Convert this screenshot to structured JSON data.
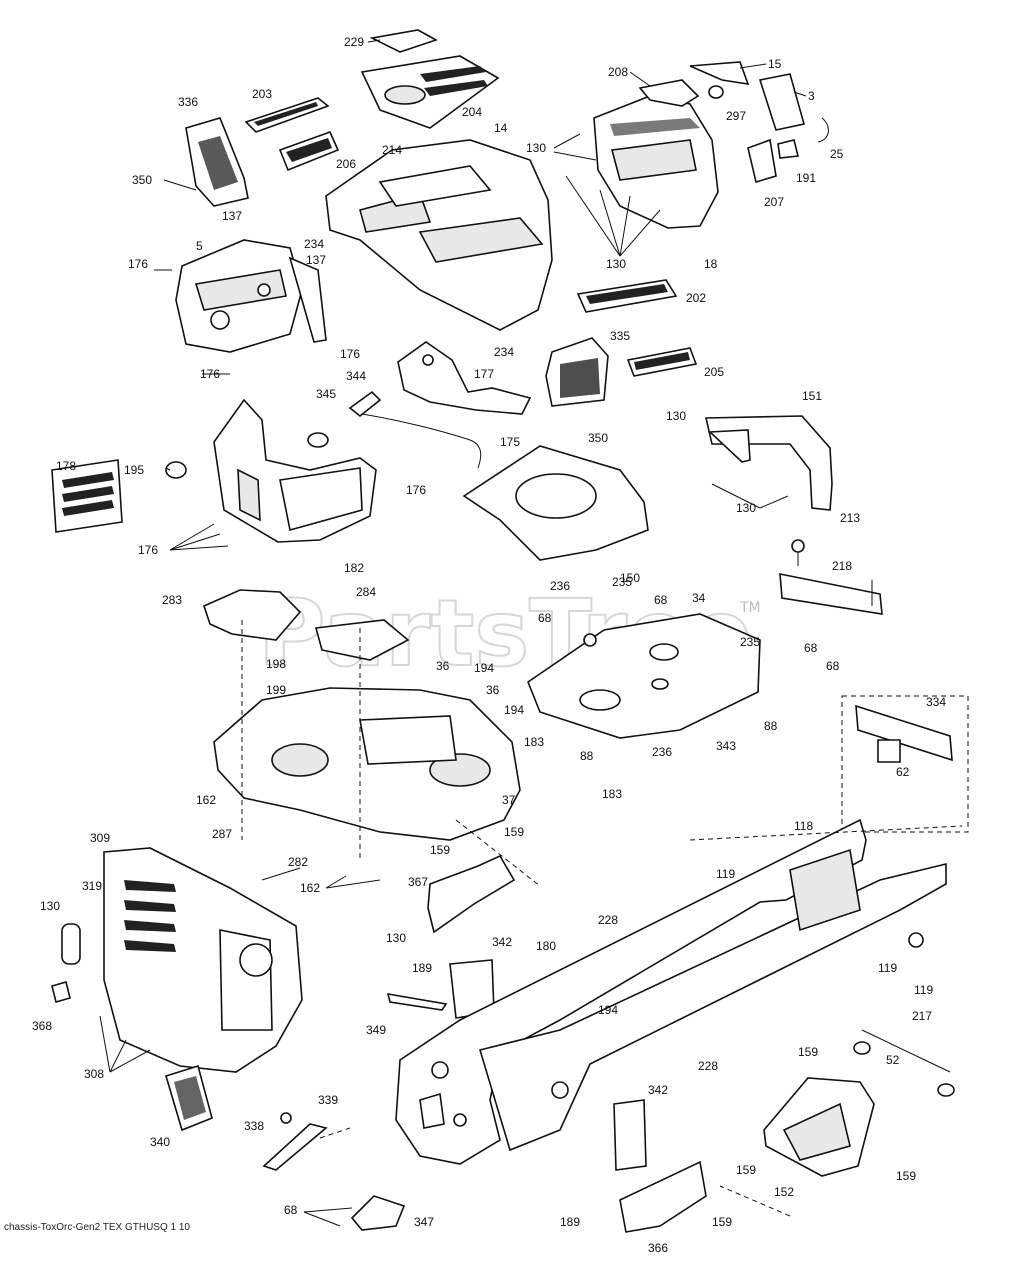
{
  "watermark": "PartsTree",
  "watermark_tm": "TM",
  "footer_code": "chassis-ToxOrc-Gen2 TEX GTHUSQ 1 10",
  "callouts": [
    {
      "id": "c229",
      "text": "229"
    },
    {
      "id": "c204",
      "text": "204"
    },
    {
      "id": "c208",
      "text": "208"
    },
    {
      "id": "c15",
      "text": "15"
    },
    {
      "id": "c3",
      "text": "3"
    },
    {
      "id": "c336",
      "text": "336"
    },
    {
      "id": "c203",
      "text": "203"
    },
    {
      "id": "c214",
      "text": "214"
    },
    {
      "id": "c14",
      "text": "14"
    },
    {
      "id": "c130a",
      "text": "130"
    },
    {
      "id": "c297",
      "text": "297"
    },
    {
      "id": "c25",
      "text": "25"
    },
    {
      "id": "c206",
      "text": "206"
    },
    {
      "id": "c191",
      "text": "191"
    },
    {
      "id": "c350a",
      "text": "350"
    },
    {
      "id": "c207",
      "text": "207"
    },
    {
      "id": "c137a",
      "text": "137"
    },
    {
      "id": "c234a",
      "text": "234"
    },
    {
      "id": "c137b",
      "text": "137"
    },
    {
      "id": "c130b",
      "text": "130"
    },
    {
      "id": "c18",
      "text": "18"
    },
    {
      "id": "c5",
      "text": "5"
    },
    {
      "id": "c176a",
      "text": "176"
    },
    {
      "id": "c202",
      "text": "202"
    },
    {
      "id": "c234b",
      "text": "234"
    },
    {
      "id": "c335",
      "text": "335"
    },
    {
      "id": "c176b",
      "text": "176"
    },
    {
      "id": "c176c",
      "text": "176"
    },
    {
      "id": "c177",
      "text": "177"
    },
    {
      "id": "c205",
      "text": "205"
    },
    {
      "id": "c344",
      "text": "344"
    },
    {
      "id": "c345",
      "text": "345"
    },
    {
      "id": "c175",
      "text": "175"
    },
    {
      "id": "c350b",
      "text": "350"
    },
    {
      "id": "c130c",
      "text": "130"
    },
    {
      "id": "c151",
      "text": "151"
    },
    {
      "id": "c178",
      "text": "178"
    },
    {
      "id": "c195",
      "text": "195"
    },
    {
      "id": "c176d",
      "text": "176"
    },
    {
      "id": "c130d",
      "text": "130"
    },
    {
      "id": "c176e",
      "text": "176"
    },
    {
      "id": "c182",
      "text": "182"
    },
    {
      "id": "c150",
      "text": "150"
    },
    {
      "id": "c213",
      "text": "213"
    },
    {
      "id": "c218",
      "text": "218"
    },
    {
      "id": "c283",
      "text": "283"
    },
    {
      "id": "c284",
      "text": "284"
    },
    {
      "id": "c236a",
      "text": "236"
    },
    {
      "id": "c235a",
      "text": "235"
    },
    {
      "id": "c68a",
      "text": "68"
    },
    {
      "id": "c34",
      "text": "34"
    },
    {
      "id": "c68b",
      "text": "68"
    },
    {
      "id": "c68c",
      "text": "68"
    },
    {
      "id": "c235b",
      "text": "235"
    },
    {
      "id": "c68d",
      "text": "68"
    },
    {
      "id": "c198",
      "text": "198"
    },
    {
      "id": "c36a",
      "text": "36"
    },
    {
      "id": "c194a",
      "text": "194"
    },
    {
      "id": "c199",
      "text": "199"
    },
    {
      "id": "c36b",
      "text": "36"
    },
    {
      "id": "c194b",
      "text": "194"
    },
    {
      "id": "c334",
      "text": "334"
    },
    {
      "id": "c88a",
      "text": "88"
    },
    {
      "id": "c236b",
      "text": "236"
    },
    {
      "id": "c183a",
      "text": "183"
    },
    {
      "id": "c88b",
      "text": "88"
    },
    {
      "id": "c343",
      "text": "343"
    },
    {
      "id": "c183b",
      "text": "183"
    },
    {
      "id": "c62",
      "text": "62"
    },
    {
      "id": "c37",
      "text": "37"
    },
    {
      "id": "c162a",
      "text": "162"
    },
    {
      "id": "c287",
      "text": "287"
    },
    {
      "id": "c118",
      "text": "118"
    },
    {
      "id": "c282",
      "text": "282"
    },
    {
      "id": "c159a",
      "text": "159"
    },
    {
      "id": "c309",
      "text": "309"
    },
    {
      "id": "c159b",
      "text": "159"
    },
    {
      "id": "c119a",
      "text": "119"
    },
    {
      "id": "c319",
      "text": "319"
    },
    {
      "id": "c162b",
      "text": "162"
    },
    {
      "id": "c367",
      "text": "367"
    },
    {
      "id": "c130e",
      "text": "130"
    },
    {
      "id": "c228a",
      "text": "228"
    },
    {
      "id": "c130f",
      "text": "130"
    },
    {
      "id": "c342a",
      "text": "342"
    },
    {
      "id": "c180",
      "text": "180"
    },
    {
      "id": "c119b",
      "text": "119"
    },
    {
      "id": "c189a",
      "text": "189"
    },
    {
      "id": "c119c",
      "text": "119"
    },
    {
      "id": "c368",
      "text": "368"
    },
    {
      "id": "c194c",
      "text": "194"
    },
    {
      "id": "c217",
      "text": "217"
    },
    {
      "id": "c349",
      "text": "349"
    },
    {
      "id": "c308",
      "text": "308"
    },
    {
      "id": "c228b",
      "text": "228"
    },
    {
      "id": "c52",
      "text": "52"
    },
    {
      "id": "c159c",
      "text": "159"
    },
    {
      "id": "c342b",
      "text": "342"
    },
    {
      "id": "c338",
      "text": "338"
    },
    {
      "id": "c339",
      "text": "339"
    },
    {
      "id": "c340",
      "text": "340"
    },
    {
      "id": "c159d",
      "text": "159"
    },
    {
      "id": "c152",
      "text": "152"
    },
    {
      "id": "c159e",
      "text": "159"
    },
    {
      "id": "c68e",
      "text": "68"
    },
    {
      "id": "c347",
      "text": "347"
    },
    {
      "id": "c189b",
      "text": "189"
    },
    {
      "id": "c159f",
      "text": "159"
    },
    {
      "id": "c366",
      "text": "366"
    }
  ]
}
